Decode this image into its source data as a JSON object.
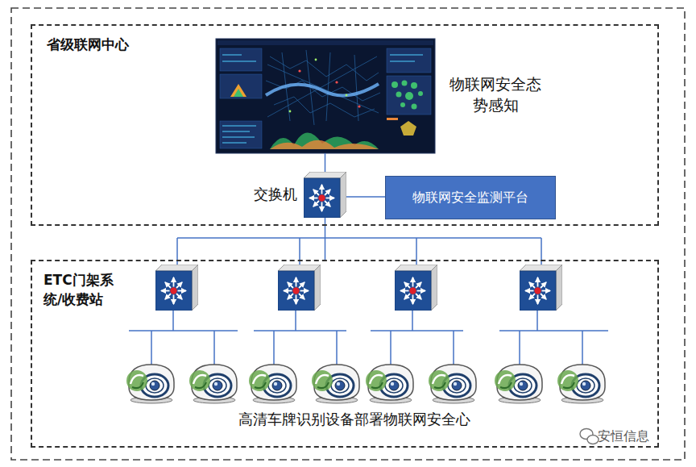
{
  "diagram": {
    "nodes": [
      {
        "text": [
          "省级联网中心"
        ]
      },
      {
        "text": [
          "物联网安全态势感知"
        ],
        "in": 0
      },
      {
        "text": [
          "交换机"
        ],
        "in": 0
      },
      {
        "text": [
          "物联网安全监测平台"
        ],
        "in": 0
      },
      {
        "text": [
          "ETC门架系统/收费站"
        ]
      }
    ],
    "edges": [
      {
        "from": 1,
        "to": 2,
        "arrow": "none"
      },
      {
        "from": 2,
        "to": 3,
        "arrow": "none"
      },
      {
        "from": 2,
        "to": 4,
        "arrow": "none"
      }
    ],
    "labels": [
      "高清车牌识别设备部署物联网安全心",
      "安恒信息"
    ]
  }
}
